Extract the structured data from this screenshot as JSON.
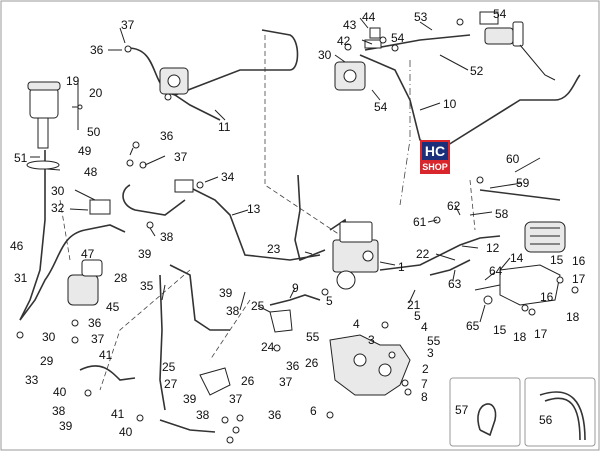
{
  "callouts": [
    {
      "id": "c37a",
      "text": "37"
    },
    {
      "id": "c36a",
      "text": "36"
    },
    {
      "id": "c19",
      "text": "19"
    },
    {
      "id": "c20",
      "text": "20"
    },
    {
      "id": "c50",
      "text": "50"
    },
    {
      "id": "c49",
      "text": "49"
    },
    {
      "id": "c51",
      "text": "51"
    },
    {
      "id": "c48",
      "text": "48"
    },
    {
      "id": "c11",
      "text": "11"
    },
    {
      "id": "c44",
      "text": "44"
    },
    {
      "id": "c43",
      "text": "43"
    },
    {
      "id": "c42",
      "text": "42"
    },
    {
      "id": "c30a",
      "text": "30"
    },
    {
      "id": "c53",
      "text": "53"
    },
    {
      "id": "c54a",
      "text": "54"
    },
    {
      "id": "c54b",
      "text": "54"
    },
    {
      "id": "c52",
      "text": "52"
    },
    {
      "id": "c54c",
      "text": "54"
    },
    {
      "id": "c10",
      "text": "10"
    },
    {
      "id": "c36b",
      "text": "36"
    },
    {
      "id": "c37b",
      "text": "37"
    },
    {
      "id": "c34",
      "text": "34"
    },
    {
      "id": "c13",
      "text": "13"
    },
    {
      "id": "c38a",
      "text": "38"
    },
    {
      "id": "c39a",
      "text": "39"
    },
    {
      "id": "c30b",
      "text": "30"
    },
    {
      "id": "c32",
      "text": "32"
    },
    {
      "id": "c46",
      "text": "46"
    },
    {
      "id": "c47",
      "text": "47"
    },
    {
      "id": "c28",
      "text": "28"
    },
    {
      "id": "c31",
      "text": "31"
    },
    {
      "id": "c45",
      "text": "45"
    },
    {
      "id": "c30c",
      "text": "30"
    },
    {
      "id": "c36c",
      "text": "36"
    },
    {
      "id": "c29",
      "text": "29"
    },
    {
      "id": "c37c",
      "text": "37"
    },
    {
      "id": "c41a",
      "text": "41"
    },
    {
      "id": "c33",
      "text": "33"
    },
    {
      "id": "c40a",
      "text": "40"
    },
    {
      "id": "c38b",
      "text": "38"
    },
    {
      "id": "c39b",
      "text": "39"
    },
    {
      "id": "c41b",
      "text": "41"
    },
    {
      "id": "c40b",
      "text": "40"
    },
    {
      "id": "c35",
      "text": "35"
    },
    {
      "id": "c39c",
      "text": "39"
    },
    {
      "id": "c38c",
      "text": "38"
    },
    {
      "id": "c25a",
      "text": "25"
    },
    {
      "id": "c9",
      "text": "9"
    },
    {
      "id": "c23",
      "text": "23"
    },
    {
      "id": "c60",
      "text": "60"
    },
    {
      "id": "c59",
      "text": "59"
    },
    {
      "id": "c61",
      "text": "61"
    },
    {
      "id": "c62",
      "text": "62"
    },
    {
      "id": "c58",
      "text": "58"
    },
    {
      "id": "c12",
      "text": "12"
    },
    {
      "id": "c22",
      "text": "22"
    },
    {
      "id": "c1",
      "text": "1"
    },
    {
      "id": "c14",
      "text": "14"
    },
    {
      "id": "c15a",
      "text": "15"
    },
    {
      "id": "c16a",
      "text": "16"
    },
    {
      "id": "c17a",
      "text": "17"
    },
    {
      "id": "c64",
      "text": "64"
    },
    {
      "id": "c63",
      "text": "63"
    },
    {
      "id": "c21",
      "text": "21"
    },
    {
      "id": "c16b",
      "text": "16"
    },
    {
      "id": "c65",
      "text": "65"
    },
    {
      "id": "c15b",
      "text": "15"
    },
    {
      "id": "c18a",
      "text": "18"
    },
    {
      "id": "c17b",
      "text": "17"
    },
    {
      "id": "c18b",
      "text": "18"
    },
    {
      "id": "c5a",
      "text": "5"
    },
    {
      "id": "c55a",
      "text": "55"
    },
    {
      "id": "c4a",
      "text": "4"
    },
    {
      "id": "c5b",
      "text": "5"
    },
    {
      "id": "c4b",
      "text": "4"
    },
    {
      "id": "c55b",
      "text": "55"
    },
    {
      "id": "c3a",
      "text": "3"
    },
    {
      "id": "c3b",
      "text": "3"
    },
    {
      "id": "c2",
      "text": "2"
    },
    {
      "id": "c7",
      "text": "7"
    },
    {
      "id": "c8",
      "text": "8"
    },
    {
      "id": "c6",
      "text": "6"
    },
    {
      "id": "c24",
      "text": "24"
    },
    {
      "id": "c36d",
      "text": "36"
    },
    {
      "id": "c26a",
      "text": "26"
    },
    {
      "id": "c26b",
      "text": "26"
    },
    {
      "id": "c25b",
      "text": "25"
    },
    {
      "id": "c27",
      "text": "27"
    },
    {
      "id": "c37d",
      "text": "37"
    },
    {
      "id": "c39d",
      "text": "39"
    },
    {
      "id": "c38d",
      "text": "38"
    },
    {
      "id": "c37e",
      "text": "37"
    },
    {
      "id": "c36e",
      "text": "36"
    },
    {
      "id": "c57",
      "text": "57"
    },
    {
      "id": "c56",
      "text": "56"
    }
  ],
  "logo": {
    "top": "HC",
    "bottom": "SHOP"
  },
  "colors": {
    "logo_blue": "#1b2f7a",
    "logo_red": "#d8262c",
    "line": "#222222"
  }
}
